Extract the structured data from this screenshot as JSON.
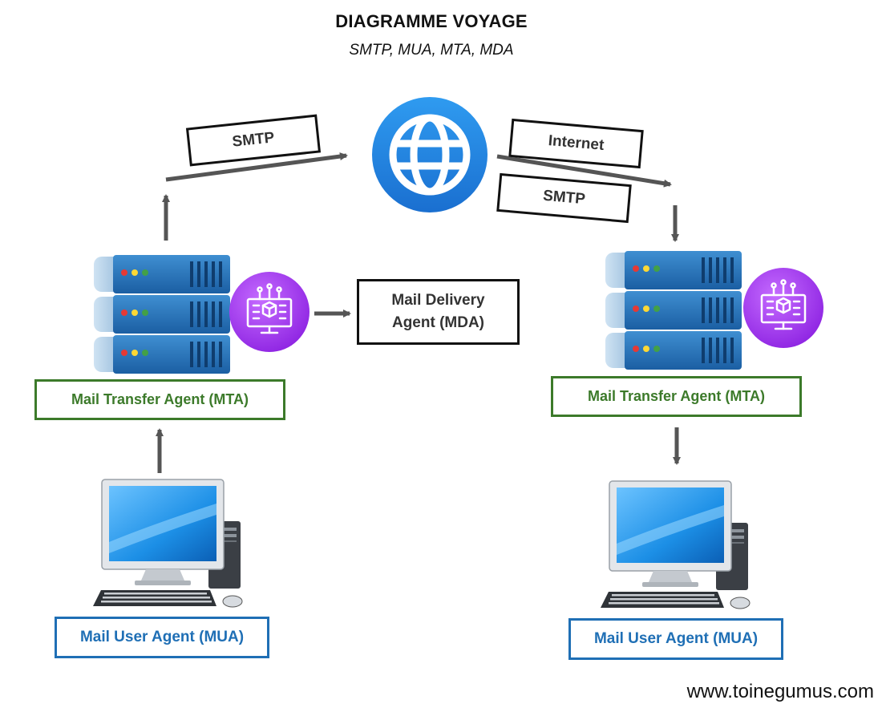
{
  "header": {
    "title": "DIAGRAMME VOYAGE",
    "subtitle": "SMTP, MUA, MTA, MDA"
  },
  "labels": {
    "smtp_left": "SMTP",
    "internet": "Internet",
    "smtp_right": "SMTP",
    "mda_line1": "Mail Delivery",
    "mda_line2": "Agent (MDA)",
    "mta_left": "Mail Transfer Agent (MTA)",
    "mta_right": "Mail Transfer Agent (MTA)",
    "mua_left": "Mail User Agent (MUA)",
    "mua_right": "Mail User Agent (MUA)"
  },
  "footer": {
    "website": "www.toinegumus.com"
  },
  "colors": {
    "mta_border": "#3c7a2a",
    "mua_border": "#1f6fb5",
    "arrow": "#555555",
    "globe": "#1e88e5",
    "badge": "#9b30e8"
  },
  "icons": [
    "globe-icon",
    "server-icon",
    "app-badge-icon",
    "computer-icon"
  ]
}
